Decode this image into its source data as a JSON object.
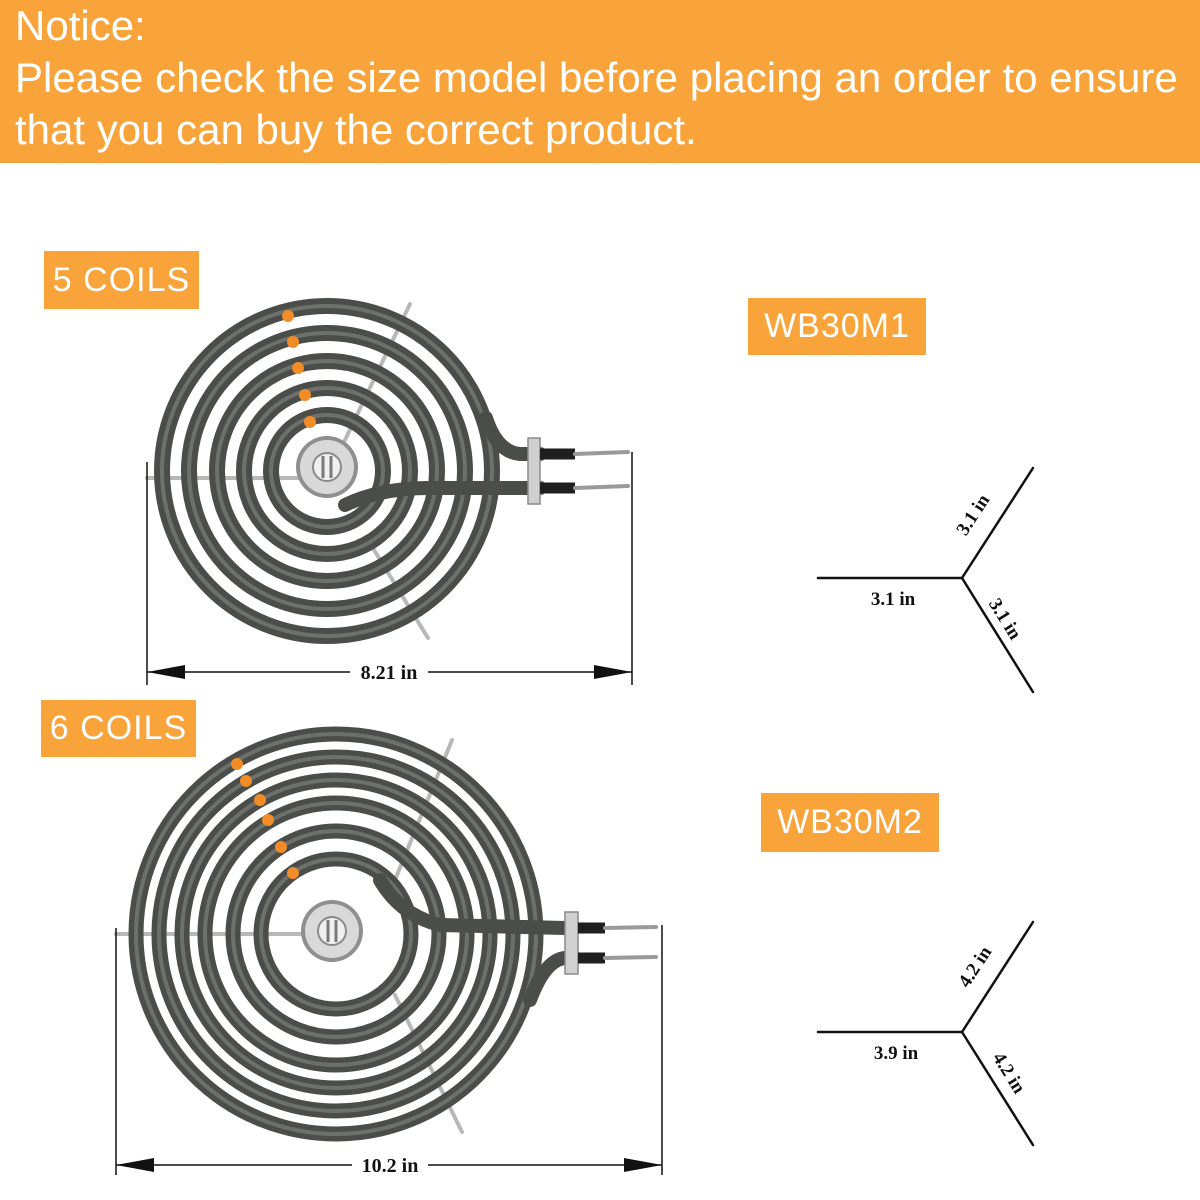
{
  "notice": {
    "heading": "Notice:",
    "lines": [
      "Please check the size model before placing an order to ensure",
      "that you can buy the correct product."
    ]
  },
  "colors": {
    "accent": "#F9A33B",
    "text_on_accent": "#FFFFFF",
    "coil_marker": "#F28C28",
    "coil_tube": "#4A4D49",
    "dimension_lines": "#111111"
  },
  "products": [
    {
      "coils_label": "5 COILS",
      "model": "WB30M1",
      "coil_count": 5,
      "diameter_label": "8.21 in",
      "terminal_dims": {
        "left": "3.1 in",
        "upper": "3.1 in",
        "lower": "3.1 in"
      }
    },
    {
      "coils_label": "6 COILS",
      "model": "WB30M2",
      "coil_count": 6,
      "diameter_label": "10.2 in",
      "terminal_dims": {
        "left": "3.9 in",
        "upper": "4.2 in",
        "lower": "4.2 in"
      }
    }
  ]
}
